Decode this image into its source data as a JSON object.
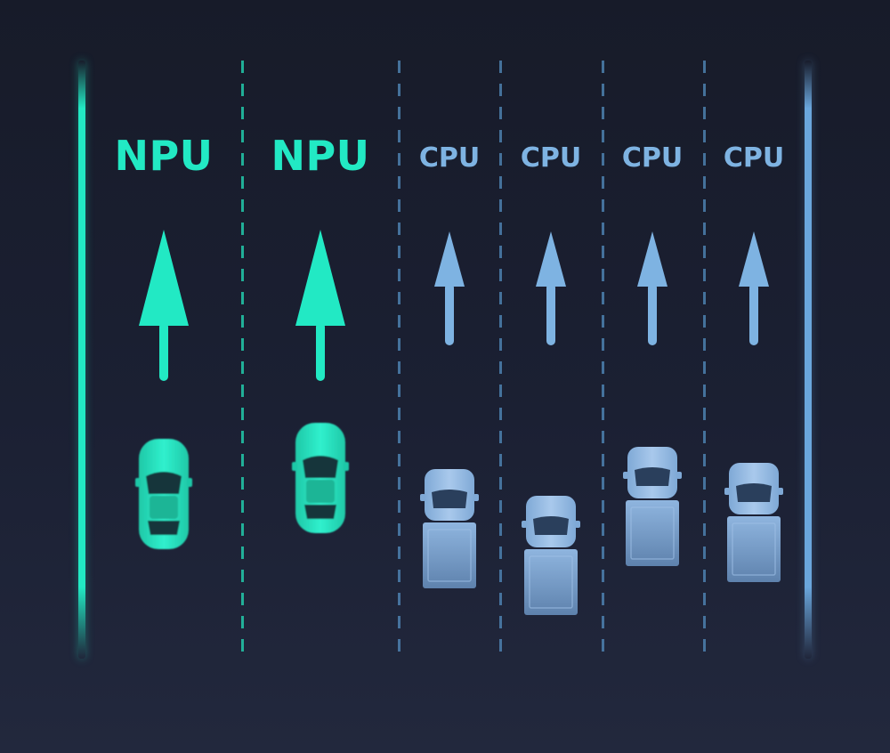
{
  "lanes": [
    {
      "label": "NPU",
      "type": "npu"
    },
    {
      "label": "NPU",
      "type": "npu"
    },
    {
      "label": "CPU",
      "type": "cpu"
    },
    {
      "label": "CPU",
      "type": "cpu"
    },
    {
      "label": "CPU",
      "type": "cpu"
    },
    {
      "label": "CPU",
      "type": "cpu"
    }
  ],
  "colors": {
    "npu": "#22e9c4",
    "cpu": "#7eb3e2",
    "background": "#1b2033"
  },
  "icons": {
    "npu_vehicle": "sports-car-icon",
    "cpu_vehicle": "truck-icon",
    "direction": "arrow-up-icon"
  }
}
